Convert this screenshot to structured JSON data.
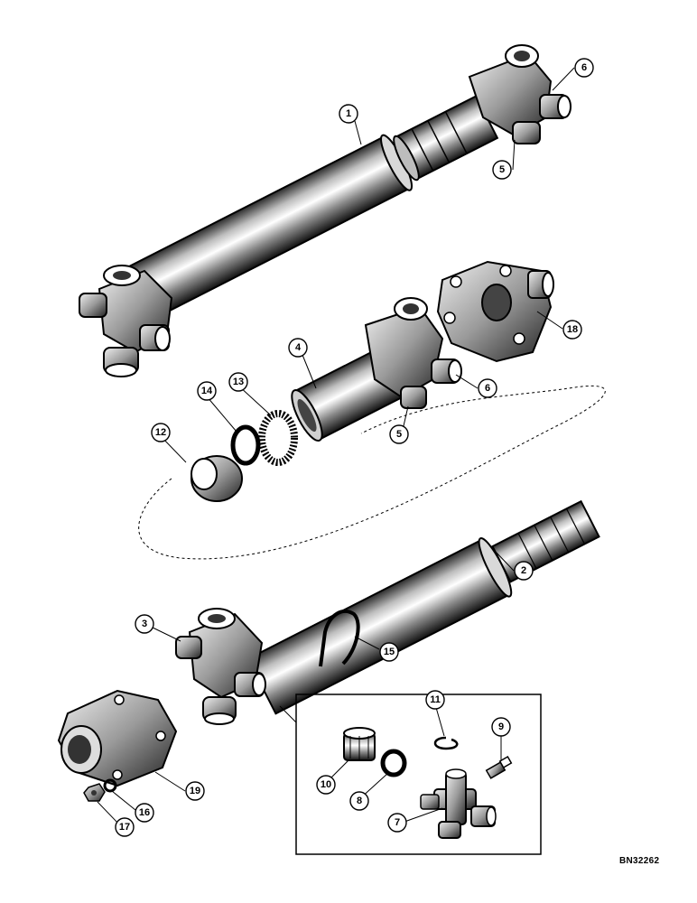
{
  "diagram": {
    "callouts": {
      "c1": "1",
      "c2": "2",
      "c3": "3",
      "c4": "4",
      "c5a": "5",
      "c5b": "5",
      "c6a": "6",
      "c6b": "6",
      "c7": "7",
      "c8": "8",
      "c9": "9",
      "c10": "10",
      "c11": "11",
      "c12": "12",
      "c13": "13",
      "c14": "14",
      "c15": "15",
      "c16": "16",
      "c17": "17",
      "c18": "18",
      "c19": "19"
    },
    "part_number": "BN32262"
  },
  "colors": {
    "ink": "#000000",
    "dark": "#1a1a1a",
    "mid": "#6e6e6e",
    "light": "#c8c8c8",
    "paper": "#ffffff"
  }
}
